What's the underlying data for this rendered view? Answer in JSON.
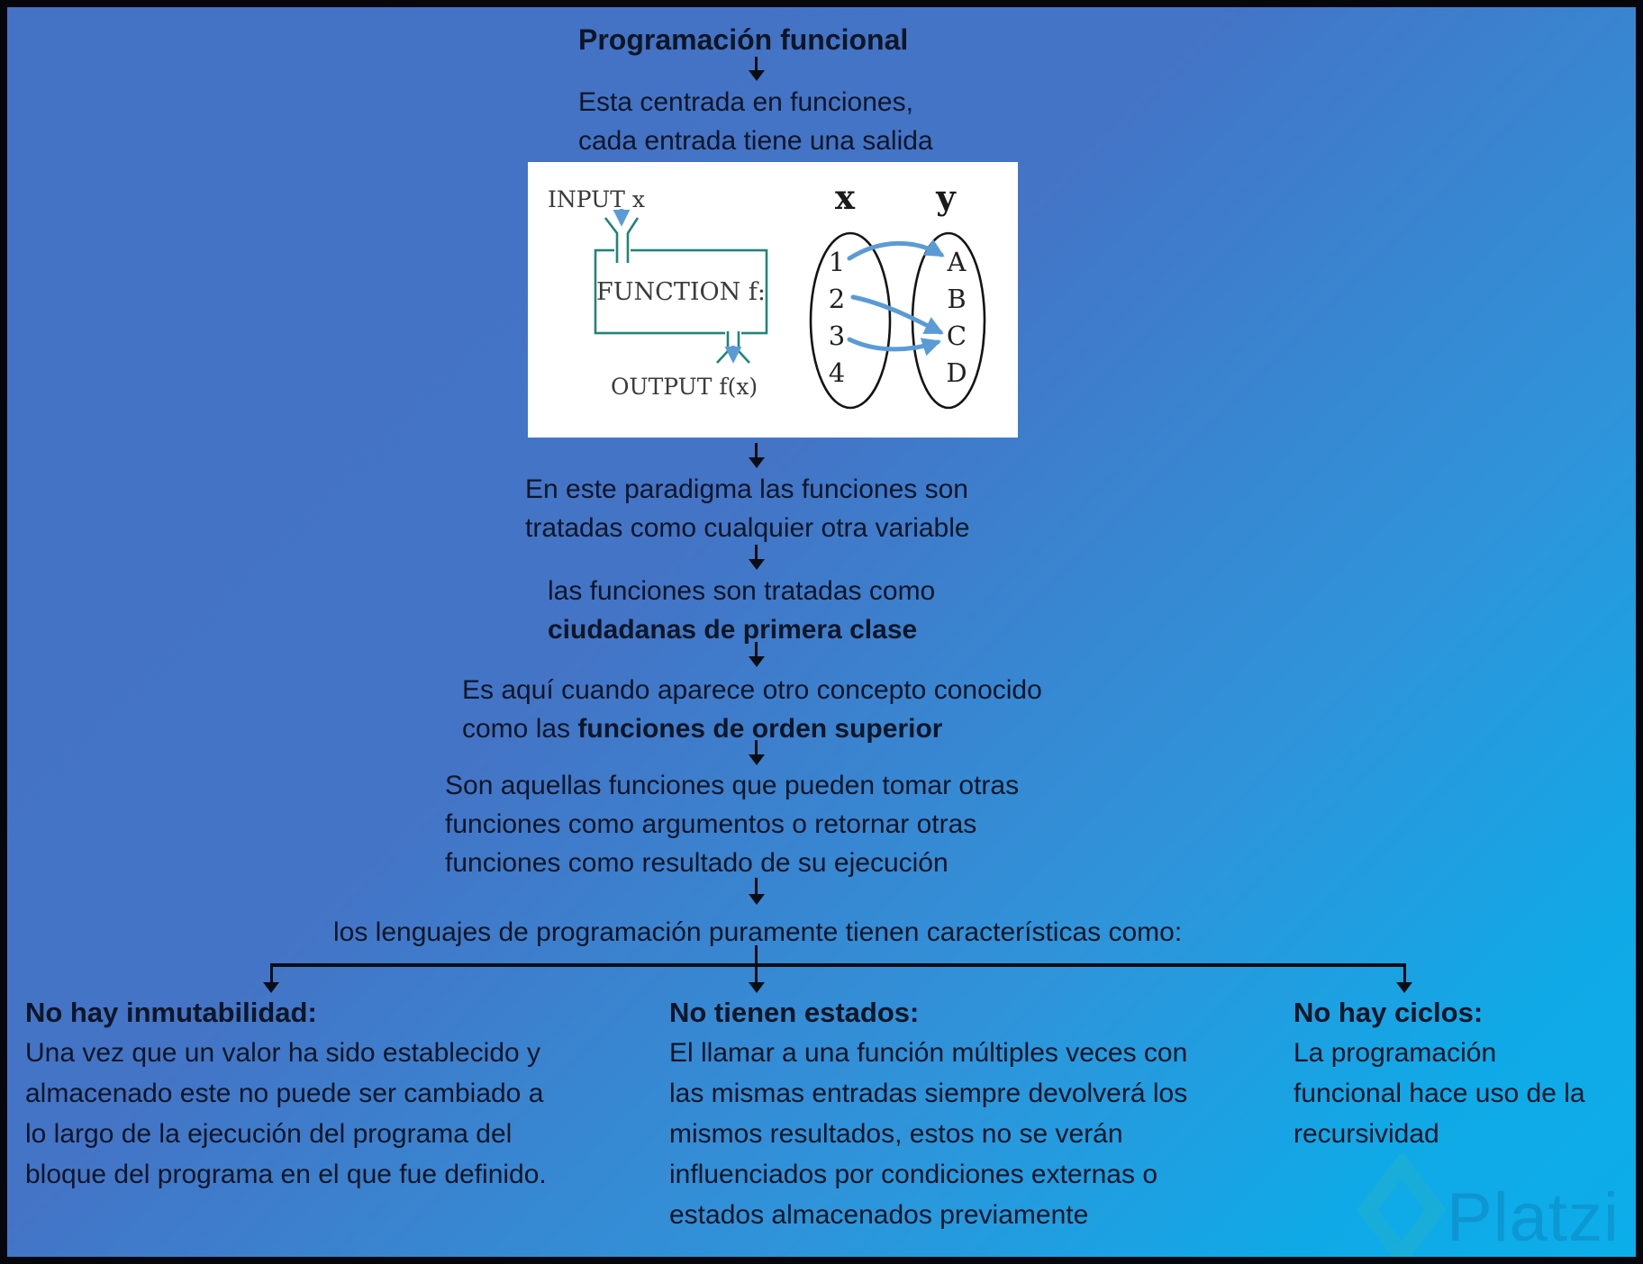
{
  "title": "Programación funcional",
  "flow": {
    "intro": [
      "Esta centrada en funciones,",
      "cada entrada tiene una salida"
    ],
    "paradigm": [
      "En este paradigma las funciones son",
      "tratadas como cualquier otra variable"
    ],
    "first_class": {
      "line1": "las funciones son tratadas como",
      "line2_bold": "ciudadanas de primera clase"
    },
    "higher_order": {
      "line1": "Es aquí cuando aparece otro concepto conocido",
      "line2_prefix": "como las ",
      "line2_bold": "funciones de orden superior"
    },
    "higher_order_desc": [
      "Son aquellas funciones que pueden tomar otras",
      "funciones como argumentos o retornar otras",
      "funciones como resultado de su ejecución"
    ],
    "characteristics_lead": "los lenguajes de programación puramente tienen características como:"
  },
  "figure": {
    "input_label": "INPUT x",
    "function_label": "FUNCTION f:",
    "output_label": "OUTPUT f(x)",
    "domain_label": "x",
    "codomain_label": "y",
    "domain_items": [
      "1",
      "2",
      "3",
      "4"
    ],
    "codomain_items": [
      "A",
      "B",
      "C",
      "D"
    ],
    "mappings": [
      "1→A",
      "2→C",
      "3→C"
    ],
    "colors": {
      "function_box": "#218478",
      "mapping_arrow": "#5b9bd5",
      "panel_bg": "#ffffff"
    }
  },
  "branches": [
    {
      "heading": "No hay inmutabilidad:",
      "lines": [
        "Una vez que un valor ha sido establecido y",
        "almacenado este no puede ser cambiado a",
        "lo largo de la ejecución del programa del",
        "bloque del programa en el que fue definido."
      ]
    },
    {
      "heading": "No tienen estados:",
      "lines": [
        "El llamar a una función múltiples veces con",
        "las mismas entradas siempre devolverá los",
        "mismos resultados, estos no se verán",
        "influenciados por condiciones externas o",
        "estados almacenados previamente"
      ]
    },
    {
      "heading": "No hay ciclos:",
      "lines": [
        "La programación",
        "funcional hace uso de la",
        "recursividad"
      ]
    }
  ],
  "watermark": {
    "brand": "Platzi"
  },
  "colors": {
    "background_top": "#4472c4",
    "background_bottom": "#0caeea",
    "text": "#0e1626",
    "connector": "#0a0e14"
  }
}
